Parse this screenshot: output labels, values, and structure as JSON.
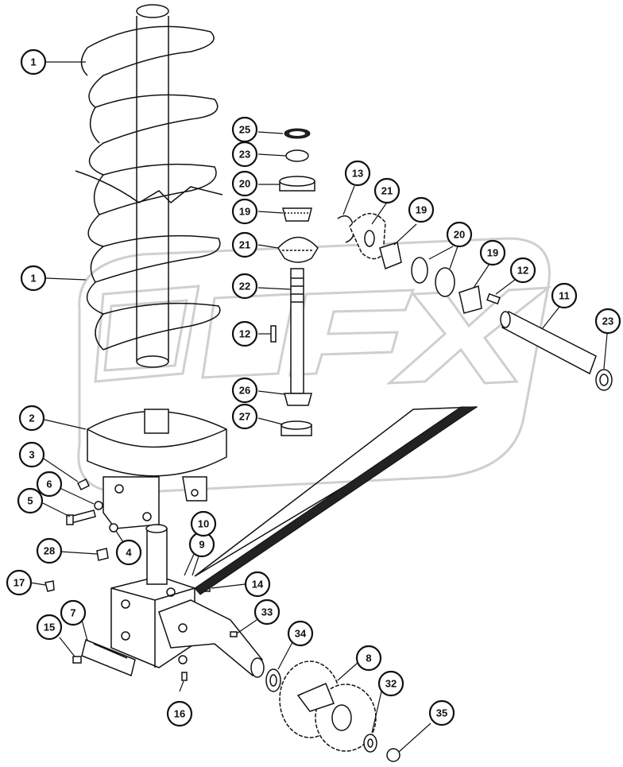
{
  "diagram": {
    "callouts": [
      {
        "id": "c1a",
        "label": "1"
      },
      {
        "id": "c1b",
        "label": "1"
      },
      {
        "id": "c2",
        "label": "2"
      },
      {
        "id": "c3",
        "label": "3"
      },
      {
        "id": "c4",
        "label": "4"
      },
      {
        "id": "c5",
        "label": "5"
      },
      {
        "id": "c6",
        "label": "6"
      },
      {
        "id": "c7",
        "label": "7"
      },
      {
        "id": "c8",
        "label": "8"
      },
      {
        "id": "c9",
        "label": "9"
      },
      {
        "id": "c10",
        "label": "10"
      },
      {
        "id": "c11",
        "label": "11"
      },
      {
        "id": "c12a",
        "label": "12"
      },
      {
        "id": "c12b",
        "label": "12"
      },
      {
        "id": "c13",
        "label": "13"
      },
      {
        "id": "c14",
        "label": "14"
      },
      {
        "id": "c15",
        "label": "15"
      },
      {
        "id": "c16",
        "label": "16"
      },
      {
        "id": "c17",
        "label": "17"
      },
      {
        "id": "c19a",
        "label": "19"
      },
      {
        "id": "c19b",
        "label": "19"
      },
      {
        "id": "c19c",
        "label": "19"
      },
      {
        "id": "c20a",
        "label": "20"
      },
      {
        "id": "c20b",
        "label": "20"
      },
      {
        "id": "c21a",
        "label": "21"
      },
      {
        "id": "c21b",
        "label": "21"
      },
      {
        "id": "c22",
        "label": "22"
      },
      {
        "id": "c23a",
        "label": "23"
      },
      {
        "id": "c23b",
        "label": "23"
      },
      {
        "id": "c25",
        "label": "25"
      },
      {
        "id": "c26",
        "label": "26"
      },
      {
        "id": "c27",
        "label": "27"
      },
      {
        "id": "c28",
        "label": "28"
      },
      {
        "id": "c32",
        "label": "32"
      },
      {
        "id": "c33",
        "label": "33"
      },
      {
        "id": "c34",
        "label": "34"
      },
      {
        "id": "c35",
        "label": "35"
      }
    ],
    "watermark": {
      "visible": true,
      "color": "#cfcfcf"
    },
    "colors": {
      "line": "#111111",
      "background": "#ffffff"
    }
  }
}
